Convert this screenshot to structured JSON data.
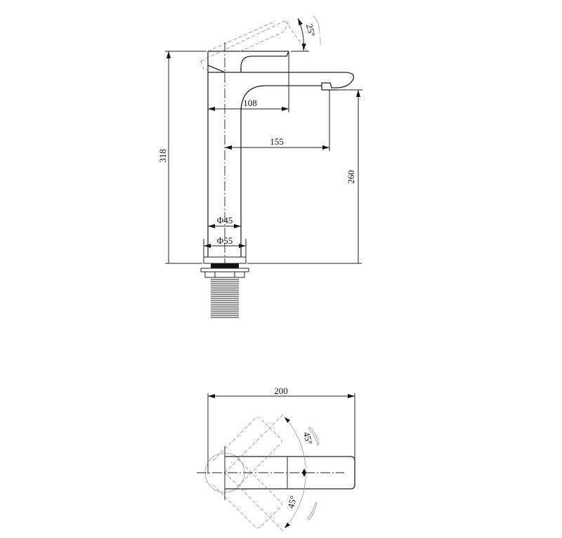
{
  "side_view": {
    "dim_total_height": "318",
    "dim_spout_height": "260",
    "dim_handle_length": "108",
    "dim_spout_reach": "155",
    "dim_body_diameter": "Φ45",
    "dim_base_diameter": "Φ55",
    "handle_lift_angle": "25°"
  },
  "top_view": {
    "dim_total_length": "200",
    "rotation_angle_left": "45°",
    "rotation_angle_right": "45°"
  }
}
